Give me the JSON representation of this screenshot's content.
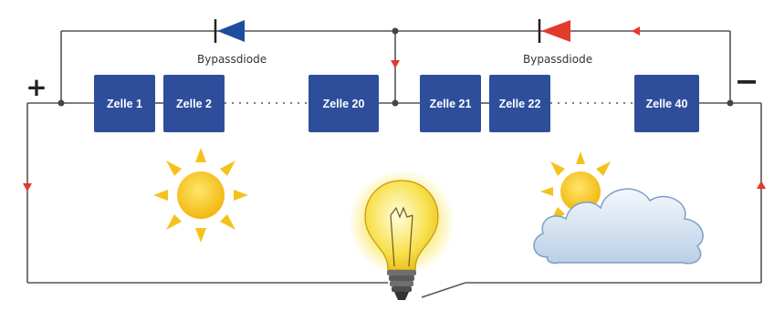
{
  "cells": [
    {
      "label": "Zelle 1"
    },
    {
      "label": "Zelle 2"
    },
    {
      "label": "Zelle 20"
    },
    {
      "label": "Zelle 21"
    },
    {
      "label": "Zelle 22"
    },
    {
      "label": "Zelle 40"
    }
  ],
  "diodes": [
    {
      "label": "Bypassdiode",
      "color": "#1e4d9c",
      "state": "blocking"
    },
    {
      "label": "Bypassdiode",
      "color": "#e23a2b",
      "state": "conducting"
    }
  ],
  "terminals": {
    "plus": "+",
    "minus": "−"
  },
  "icons": [
    "sun-icon",
    "sun-behind-cloud-icon",
    "light-bulb-icon",
    "current-arrow-icon"
  ],
  "colors": {
    "cell": "#2e4e9c",
    "wire": "#555555",
    "current": "#e23a2b",
    "sun": "#f4c21c"
  }
}
